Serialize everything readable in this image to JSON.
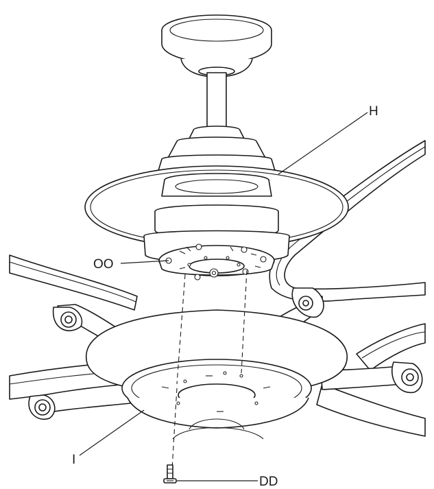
{
  "labels": {
    "housing": "H",
    "mounting_screws": "OO",
    "light_kit_plate": "I",
    "screw": "DD"
  }
}
